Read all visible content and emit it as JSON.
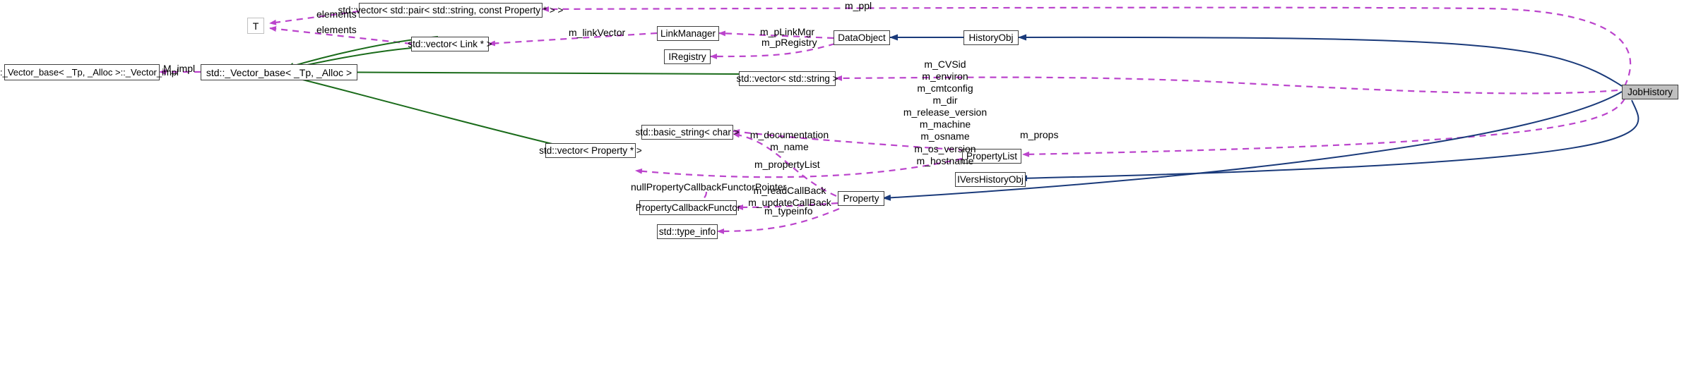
{
  "diagram": {
    "kind": "collaboration-diagram",
    "focus_class": "JobHistory",
    "colors": {
      "inheritance_edge": "#1a3a7a",
      "usage_edge": "#bb44cc",
      "template_edge": "#1a6b1a",
      "node_border": "#404040",
      "node_fill": "#ffffff",
      "current_node_fill": "#bfbfbf",
      "text": "#000000"
    }
  },
  "nodes": {
    "vector_base_impl": "std::_Vector_base< _Tp, _Alloc >::_Vector_impl",
    "vector_base": "std::_Vector_base< _Tp, _Alloc >",
    "t_param": "T",
    "vector_pair_string_property": "std::vector< std::pair< std::string, const Property * > >",
    "vector_link_ptr": "std::vector< Link * >",
    "vector_string": "std::vector< std::string >",
    "vector_property_ptr": "std::vector< Property * >",
    "basic_string_char": "std::basic_string< char >",
    "link_manager": "LinkManager",
    "iregistry": "IRegistry",
    "data_object": "DataObject",
    "history_obj": "HistoryObj",
    "job_history": "JobHistory",
    "property_list": "PropertyList",
    "ivers_history_obj": "IVersHistoryObj",
    "property": "Property",
    "property_callback_functor": "PropertyCallbackFunctor",
    "type_info": "std::type_info"
  },
  "edge_labels": {
    "m_impl": "M_impl",
    "elements_1": "elements",
    "elements_2": "elements",
    "m_link_vector": "m_linkVector",
    "m_ppl": "m_ppl",
    "m_p_link_mgr": "m_pLinkMgr",
    "m_p_registry": "m_pRegistry",
    "job_history_members": "m_CVSid\nm_environ\nm_cmtconfig\nm_dir\nm_release_version\nm_machine\nm_osname\nm_os_version\nm_hostname",
    "m_props": "m_props",
    "m_documentation_name": "m_documentation\nm_name",
    "m_property_list": "m_propertyList",
    "null_property_callback": "nullPropertyCallbackFunctorPointer",
    "m_read_update_callback": "m_readCallBack\nm_updateCallBack",
    "m_typeinfo": "m_typeinfo"
  }
}
